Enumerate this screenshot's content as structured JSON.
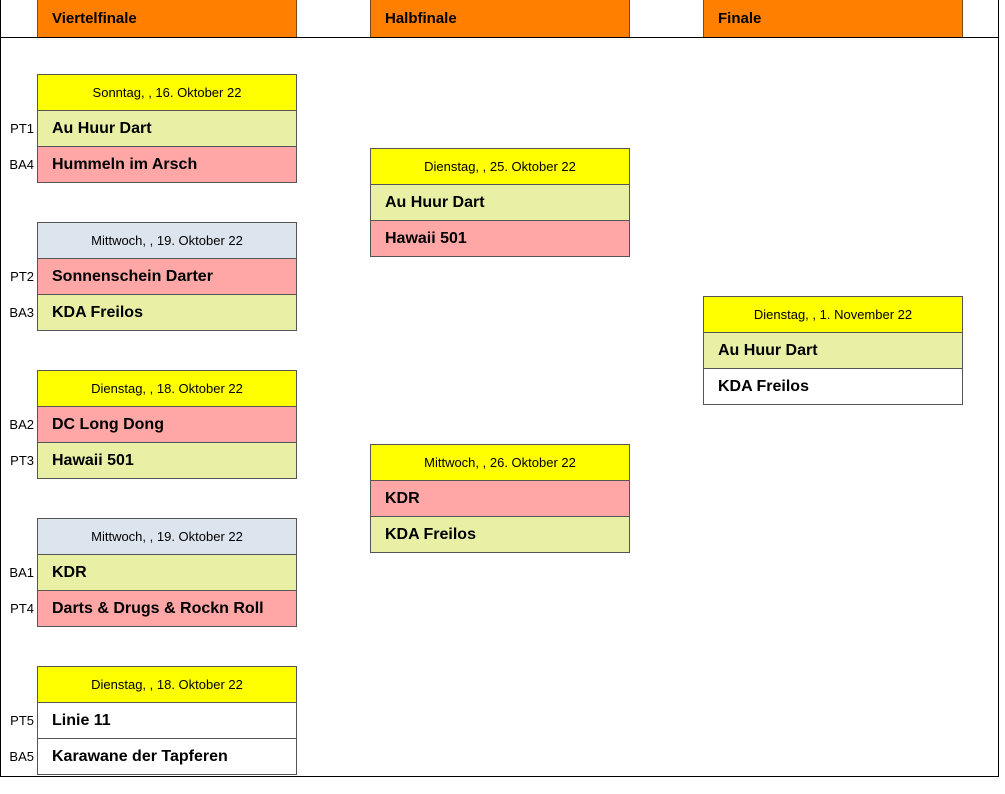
{
  "headers": {
    "quarterfinal": "Viertelfinale",
    "semifinal": "Halbfinale",
    "final": "Finale"
  },
  "colors": {
    "header": "#ff8000",
    "date_highlight": "#ffff00",
    "date_neutral": "#dce4ee",
    "winner": "#e9f0a6",
    "loser": "#ffa6a6",
    "pending": "#ffffff"
  },
  "quarterfinals": [
    {
      "date": "Sonntag, , 16. Oktober 22",
      "team1": {
        "seed": "PT1",
        "name": "Au Huur Dart"
      },
      "team2": {
        "seed": "BA4",
        "name": "Hummeln im Arsch"
      }
    },
    {
      "date": "Mittwoch, , 19. Oktober 22",
      "team1": {
        "seed": "PT2",
        "name": "Sonnenschein Darter"
      },
      "team2": {
        "seed": "BA3",
        "name": "KDA Freilos"
      }
    },
    {
      "date": "Dienstag, , 18. Oktober 22",
      "team1": {
        "seed": "BA2",
        "name": "DC Long Dong"
      },
      "team2": {
        "seed": "PT3",
        "name": "Hawaii 501"
      }
    },
    {
      "date": "Mittwoch, , 19. Oktober 22",
      "team1": {
        "seed": "BA1",
        "name": "KDR"
      },
      "team2": {
        "seed": "PT4",
        "name": "Darts & Drugs & Rockn Roll"
      }
    },
    {
      "date": "Dienstag, , 18. Oktober 22",
      "team1": {
        "seed": "PT5",
        "name": "Linie 11"
      },
      "team2": {
        "seed": "BA5",
        "name": "Karawane der Tapferen"
      }
    }
  ],
  "semifinals": [
    {
      "date": "Dienstag, , 25. Oktober 22",
      "team1": {
        "name": "Au Huur Dart"
      },
      "team2": {
        "name": "Hawaii 501"
      }
    },
    {
      "date": "Mittwoch, , 26. Oktober 22",
      "team1": {
        "name": "KDR"
      },
      "team2": {
        "name": "KDA Freilos"
      }
    }
  ],
  "final": {
    "date": "Dienstag, , 1. November 22",
    "team1": {
      "name": "Au Huur Dart"
    },
    "team2": {
      "name": "KDA Freilos"
    }
  }
}
